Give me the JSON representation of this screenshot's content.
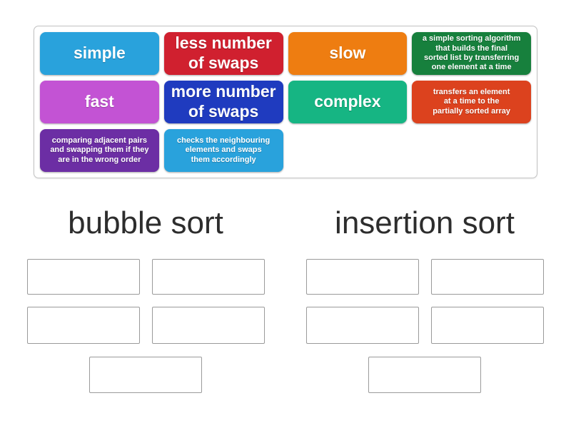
{
  "board": {
    "tiles": [
      {
        "label": "simple",
        "color": "#29a2dc"
      },
      {
        "label": "less number\nof swaps",
        "color": "#d0202f"
      },
      {
        "label": "slow",
        "color": "#ee7d11"
      },
      {
        "label": "a simple sorting algorithm\nthat builds the final\nsorted list by transferring\none element at a time",
        "color": "#17803d"
      },
      {
        "label": "fast",
        "color": "#c353d4"
      },
      {
        "label": "more number\nof swaps",
        "color": "#1f3bbf"
      },
      {
        "label": "complex",
        "color": "#16b583"
      },
      {
        "label": "transfers an element\nat a time to the\npartially sorted array",
        "color": "#dc421e"
      },
      {
        "label": "comparing adjacent pairs\nand swapping them if they\nare in the wrong order",
        "color": "#6c2ea4"
      },
      {
        "label": "checks the neighbouring\nelements and swaps\nthem accordingly",
        "color": "#29a2dc"
      }
    ],
    "groups": [
      {
        "title": "bubble sort"
      },
      {
        "title": "insertion sort"
      }
    ]
  }
}
